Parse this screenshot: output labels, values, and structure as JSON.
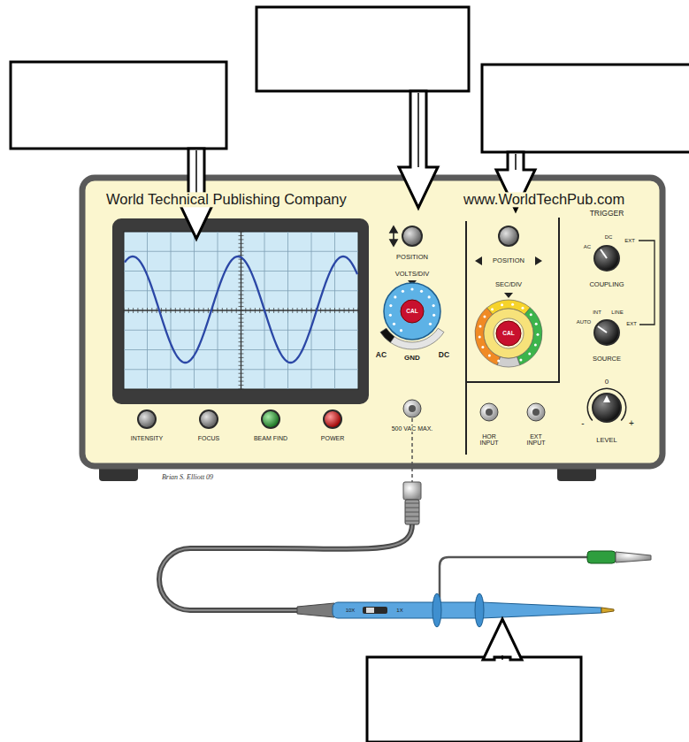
{
  "diagram": {
    "labels": [
      "World Technical Publishing Company",
      "www.WorldTechPub.com",
      "POSITION",
      "VOLTS/DIV",
      "CAL",
      "AC",
      "DC",
      "GND",
      "500 VAC MAX.",
      "POSITION",
      "SEC/DIV",
      "CAL",
      "TRIGGER",
      "AC",
      "DC",
      "EXT",
      "COUPLING",
      "AUTO",
      "INT",
      "LINE",
      "EXT",
      "SOURCE",
      "0",
      "-",
      "+",
      "LEVEL",
      "INTENSITY",
      "FOCUS",
      "BEAM FIND",
      "POWER",
      "HOR INPUT",
      "EXT INPUT",
      "Brian S. Elliott 09",
      "10X",
      "1X"
    ]
  }
}
